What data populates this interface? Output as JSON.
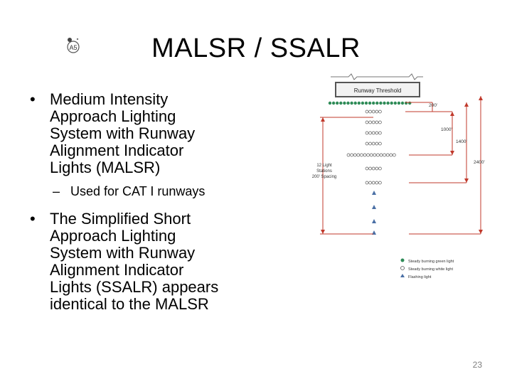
{
  "title": "MALSR / SSALR",
  "logo": {
    "text": "A5",
    "icon": "logo-icon"
  },
  "bullets": [
    {
      "lines": [
        "Medium Intensity",
        "Approach Lighting",
        "System with Runway",
        "Alignment Indicator",
        "Lights (MALSR)"
      ],
      "sub": [
        "Used for CAT I runways"
      ]
    },
    {
      "lines": [
        "The Simplified Short",
        "Approach Lighting",
        "System with Runway",
        "Alignment Indicator",
        "Lights (SSALR) appears",
        "identical to the MALSR"
      ]
    }
  ],
  "diagram": {
    "threshold_label": "Runway Threshold",
    "stations_label": [
      "12 Light",
      "Stations",
      "200' Spacing"
    ],
    "distances": [
      "200'",
      "1000'",
      "1400'",
      "2400'"
    ],
    "legend": [
      {
        "label": "Steady burning green light",
        "icon": "green-dot-icon",
        "color": "#2e8b57"
      },
      {
        "label": "Steady burning white light",
        "icon": "white-dot-icon",
        "color": "#ffffff"
      },
      {
        "label": "Flashing light",
        "icon": "blue-triangle-icon",
        "color": "#4a6fa5"
      }
    ],
    "colors": {
      "dimension_lines": "#c0392b",
      "green": "#2e8b57",
      "flasher": "#4a6fa5"
    }
  },
  "page_number": "23"
}
